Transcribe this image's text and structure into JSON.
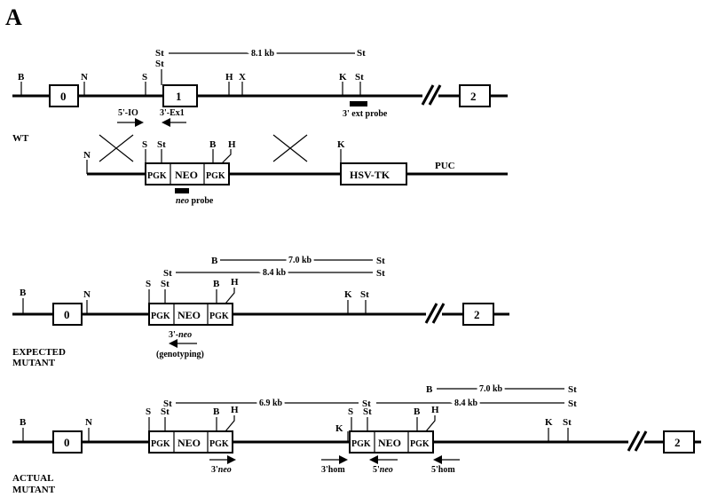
{
  "figure_label": "A",
  "wt": {
    "label": "WT",
    "size_label": "8.1 kb",
    "sites": {
      "st_top": "St",
      "b": "B",
      "n": "N",
      "s": "S",
      "st": "St",
      "h": "H",
      "x": "X",
      "k": "K",
      "st2": "St"
    },
    "exon0": "0",
    "exon1": "1",
    "exon2": "2",
    "primer_5io": "5'-IO",
    "primer_3ex1": "3'-Ex1",
    "ext_probe": "3' ext probe",
    "vector": {
      "n": "N",
      "s": "S",
      "st": "St",
      "b": "B",
      "h": "H",
      "k": "K",
      "pgk1": "PGK",
      "neo": "NEO",
      "pgk2": "PGK",
      "tk": "HSV-TK",
      "puc": "PUC",
      "neo_probe_italic": "neo",
      "neo_probe_rest": " probe"
    }
  },
  "expected": {
    "label_line1": "EXPECTED",
    "label_line2": "MUTANT",
    "size_b": "7.0 kb",
    "size_st": "8.4 kb",
    "sites": {
      "b_top": "B",
      "st_top1": "St",
      "st_top2": "St",
      "st_top3": "St",
      "b": "B",
      "n": "N",
      "s": "S",
      "st": "St",
      "b2": "B",
      "h": "H",
      "k": "K",
      "st2": "St"
    },
    "exon0": "0",
    "exon2": "2",
    "pgk1": "PGK",
    "neo": "NEO",
    "pgk2": "PGK",
    "primer_3neo_a": "3'-",
    "primer_3neo_b": "neo",
    "genotyping": "(genotyping)"
  },
  "actual": {
    "label_line1": "ACTUAL",
    "label_line2": "MUTANT",
    "size_69": "6.9 kb",
    "size_70": "7.0 kb",
    "size_84": "8.4 kb",
    "sites": {
      "b_top": "B",
      "st_t1": "St",
      "st_t2": "St",
      "st_t3": "St",
      "st_t4": "St",
      "b": "B",
      "n": "N",
      "s1": "S",
      "st1": "St",
      "b1": "B",
      "h1": "H",
      "k1": "K",
      "s2": "S",
      "st2": "St",
      "b2": "B",
      "h2": "H",
      "k2": "K",
      "st3": "St"
    },
    "exon0": "0",
    "exon2": "2",
    "pgk1": "PGK",
    "neo1": "NEO",
    "pgk2": "PGK",
    "pgk3": "PGK",
    "neo2": "NEO",
    "pgk4": "PGK",
    "primer_3neo_a": "3'",
    "primer_3neo_b": "neo",
    "primer_3hom": "3'hom",
    "primer_5neo_a": "5'",
    "primer_5neo_b": "neo",
    "primer_5hom": "5'hom"
  }
}
